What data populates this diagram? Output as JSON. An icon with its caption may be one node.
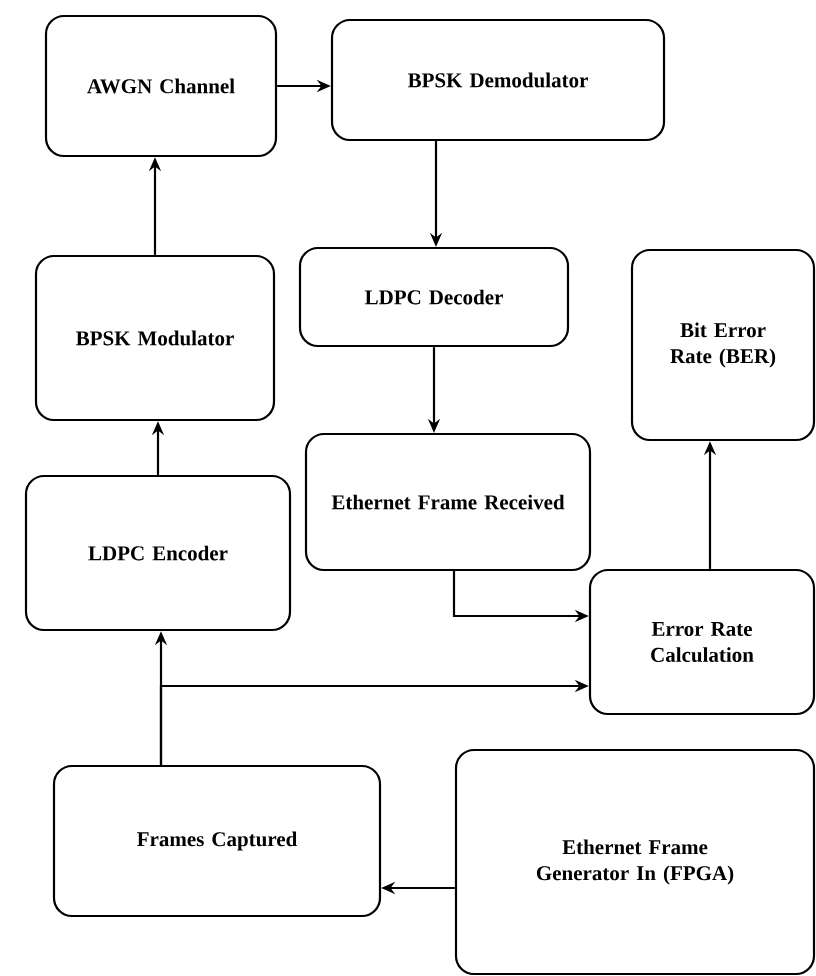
{
  "diagram": {
    "nodes": [
      {
        "text": [
          "AWGN Channel"
        ]
      },
      {
        "text": [
          "BPSK Demodulator"
        ]
      },
      {
        "text": [
          "LDPC Decoder"
        ]
      },
      {
        "text": [
          "Bit Error Rate (BER)"
        ]
      },
      {
        "text": [
          "BPSK Modulator"
        ]
      },
      {
        "text": [
          "Ethernet Frame Received"
        ]
      },
      {
        "text": [
          "LDPC Encoder"
        ]
      },
      {
        "text": [
          "Error Rate Calculation"
        ]
      },
      {
        "text": [
          "Frames Captured"
        ]
      },
      {
        "text": [
          "Ethernet Frame Generator In (FPGA)"
        ]
      }
    ],
    "edges": [
      {
        "from": 9,
        "to": 8,
        "arrow": "to"
      },
      {
        "from": 8,
        "to": 6,
        "arrow": "to"
      },
      {
        "from": 8,
        "to": 7,
        "arrow": "to"
      },
      {
        "from": 6,
        "to": 4,
        "arrow": "to"
      },
      {
        "from": 4,
        "to": 0,
        "arrow": "to"
      },
      {
        "from": 0,
        "to": 1,
        "arrow": "to"
      },
      {
        "from": 1,
        "to": 2,
        "arrow": "to"
      },
      {
        "from": 2,
        "to": 5,
        "arrow": "to"
      },
      {
        "from": 5,
        "to": 7,
        "arrow": "to"
      },
      {
        "from": 7,
        "to": 3,
        "arrow": "to"
      }
    ]
  }
}
